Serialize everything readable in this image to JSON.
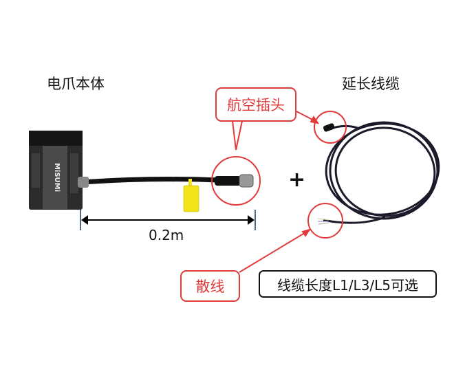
{
  "labels": {
    "gripper_body": "电爪本体",
    "extension_cable": "延长线缆",
    "aviation_plug": "航空插头",
    "loose_wires": "散线",
    "cable_length_options": "线缆长度L1/L3/L5可选",
    "cable_length": "0.2m",
    "plus": "+",
    "brand": "MiSUMi"
  },
  "colors": {
    "callout": "#e03a3a",
    "tag": "#f2e21a",
    "body": "#3a3a3a"
  }
}
